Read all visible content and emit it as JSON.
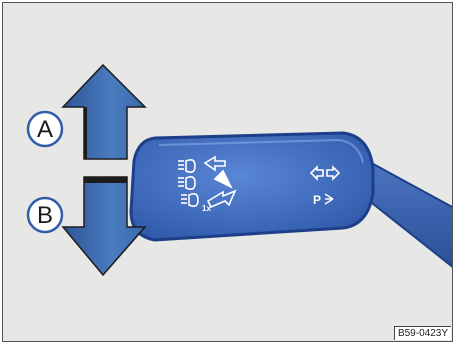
{
  "labels": {
    "up": "A",
    "down": "B"
  },
  "stalk": {
    "headlight_flash_symbol": "1x",
    "parking_symbol": "P"
  },
  "figure_code": "B59-0423Y",
  "colors": {
    "background": "#e7e7e6",
    "arrow_blue": "#3f6fae",
    "stalk_blue": "#3a62b3",
    "stalk_edge": "#1d3f8a",
    "label_circle_fill": "#ffffff",
    "label_circle_stroke": "#2f5da8"
  },
  "icons": [
    "high-beam-icon",
    "headlight-flash-icon",
    "turn-signal-arrows-icon",
    "parking-light-icon"
  ]
}
